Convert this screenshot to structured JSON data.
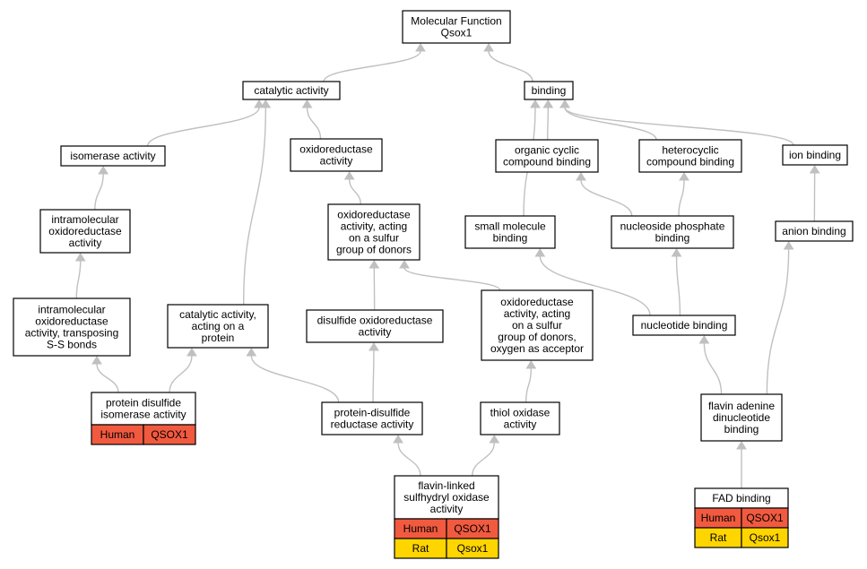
{
  "title": "Molecular Function Qsox1",
  "colors": {
    "human": "#f15a3f",
    "rat": "#ffd500",
    "edge": "#c0c0c0",
    "node_border": "#000000",
    "node_fill": "#ffffff"
  },
  "nodes": {
    "root": [
      "Molecular Function",
      "Qsox1"
    ],
    "catalytic": [
      "catalytic activity"
    ],
    "binding": [
      "binding"
    ],
    "isomerase": [
      "isomerase activity"
    ],
    "oxidoreductase": [
      "oxidoreductase",
      "activity"
    ],
    "organic_cyclic": [
      "organic cyclic",
      "compound binding"
    ],
    "heterocyclic": [
      "heterocyclic",
      "compound binding"
    ],
    "ion_binding": [
      "ion binding"
    ],
    "intramol_oxido": [
      "intramolecular",
      "oxidoreductase",
      "activity"
    ],
    "oxido_sulfur": [
      "oxidoreductase",
      "activity, acting",
      "on a sulfur",
      "group of donors"
    ],
    "small_molecule": [
      "small molecule",
      "binding"
    ],
    "nucleoside_phosphate": [
      "nucleoside phosphate",
      "binding"
    ],
    "anion_binding": [
      "anion binding"
    ],
    "intramol_ss": [
      "intramolecular",
      "oxidoreductase",
      "activity, transposing",
      "S-S bonds"
    ],
    "cat_protein": [
      "catalytic activity,",
      "acting on a",
      "protein"
    ],
    "disulfide_oxido": [
      "disulfide oxidoreductase",
      "activity"
    ],
    "oxido_sulfur_oxygen": [
      "oxidoreductase",
      "activity, acting",
      "on a sulfur",
      "group of donors,",
      "oxygen as acceptor"
    ],
    "nucleotide_binding": [
      "nucleotide binding"
    ],
    "pdi": [
      "protein disulfide",
      "isomerase activity"
    ],
    "pd_reductase": [
      "protein-disulfide",
      "reductase activity"
    ],
    "thiol_oxidase": [
      "thiol oxidase",
      "activity"
    ],
    "fad_dinucleotide": [
      "flavin adenine",
      "dinucleotide",
      "binding"
    ],
    "flavin_linked": [
      "flavin-linked",
      "sulfhydryl oxidase",
      "activity"
    ],
    "fad_binding": [
      "FAD binding"
    ]
  },
  "annotations": {
    "pdi": [
      {
        "species": "Human",
        "gene": "QSOX1"
      }
    ],
    "flavin_linked": [
      {
        "species": "Human",
        "gene": "QSOX1"
      },
      {
        "species": "Rat",
        "gene": "Qsox1"
      }
    ],
    "fad_binding": [
      {
        "species": "Human",
        "gene": "QSOX1"
      },
      {
        "species": "Rat",
        "gene": "Qsox1"
      }
    ]
  },
  "edges": [
    [
      "catalytic",
      "root"
    ],
    [
      "binding",
      "root"
    ],
    [
      "isomerase",
      "catalytic"
    ],
    [
      "oxidoreductase",
      "catalytic"
    ],
    [
      "cat_protein",
      "catalytic"
    ],
    [
      "organic_cyclic",
      "binding"
    ],
    [
      "heterocyclic",
      "binding"
    ],
    [
      "ion_binding",
      "binding"
    ],
    [
      "small_molecule",
      "binding"
    ],
    [
      "intramol_oxido",
      "isomerase"
    ],
    [
      "oxido_sulfur",
      "oxidoreductase"
    ],
    [
      "nucleoside_phosphate",
      "organic_cyclic"
    ],
    [
      "nucleoside_phosphate",
      "heterocyclic"
    ],
    [
      "anion_binding",
      "ion_binding"
    ],
    [
      "intramol_ss",
      "intramol_oxido"
    ],
    [
      "disulfide_oxido",
      "oxido_sulfur"
    ],
    [
      "oxido_sulfur_oxygen",
      "oxido_sulfur"
    ],
    [
      "nucleotide_binding",
      "small_molecule"
    ],
    [
      "nucleotide_binding",
      "nucleoside_phosphate"
    ],
    [
      "pdi",
      "intramol_ss"
    ],
    [
      "pdi",
      "cat_protein"
    ],
    [
      "pd_reductase",
      "cat_protein"
    ],
    [
      "pd_reductase",
      "disulfide_oxido"
    ],
    [
      "thiol_oxidase",
      "oxido_sulfur_oxygen"
    ],
    [
      "fad_dinucleotide",
      "nucleotide_binding"
    ],
    [
      "fad_dinucleotide",
      "anion_binding"
    ],
    [
      "flavin_linked",
      "pd_reductase"
    ],
    [
      "flavin_linked",
      "thiol_oxidase"
    ],
    [
      "fad_binding",
      "fad_dinucleotide"
    ]
  ]
}
